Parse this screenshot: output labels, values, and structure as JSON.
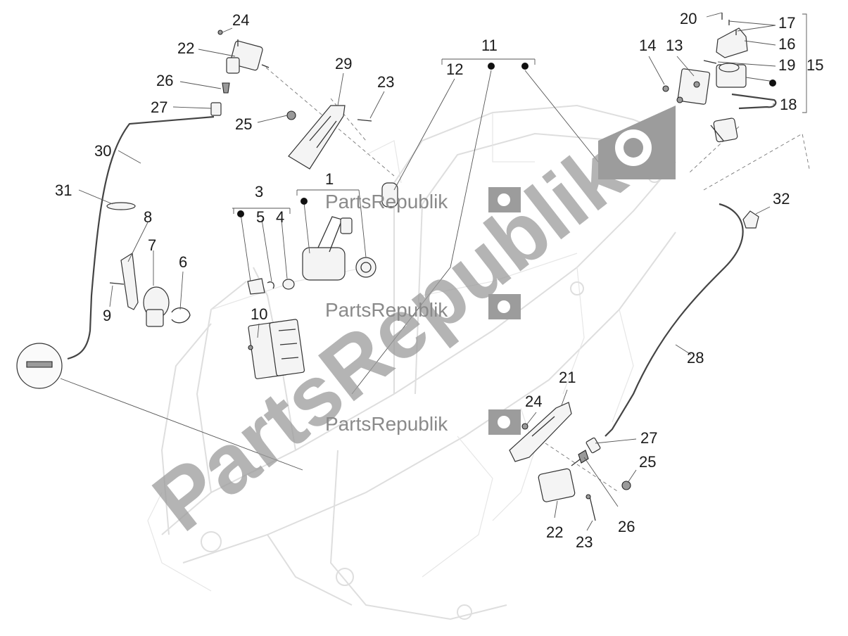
{
  "watermark": {
    "brand": "PartsRepublik"
  },
  "callouts": {
    "c1": "1",
    "c3": "3",
    "c4": "4",
    "c5": "5",
    "c6": "6",
    "c7": "7",
    "c8": "8",
    "c9": "9",
    "c10": "10",
    "c11": "11",
    "c12": "12",
    "c13": "13",
    "c14": "14",
    "c15": "15",
    "c16": "16",
    "c17": "17",
    "c18": "18",
    "c19": "19",
    "c20": "20",
    "c21": "21",
    "c22a": "22",
    "c22b": "22",
    "c23a": "23",
    "c23b": "23",
    "c24a": "24",
    "c24b": "24",
    "c25a": "25",
    "c25b": "25",
    "c26a": "26",
    "c26b": "26",
    "c27a": "27",
    "c27b": "27",
    "c28": "28",
    "c29": "29",
    "c30": "30",
    "c31": "31",
    "c32": "32"
  },
  "colors": {
    "watermark": "#9c9c9c",
    "frame": "#dedede",
    "ink": "#1a1a1a"
  }
}
